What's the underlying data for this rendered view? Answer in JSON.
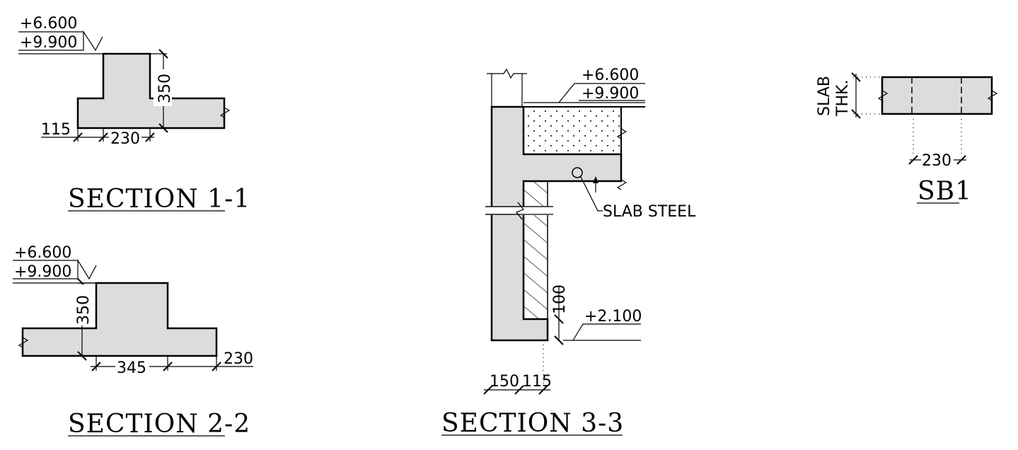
{
  "section_1_1": {
    "title": "SECTION 1-1",
    "level_top": "+6.600",
    "level_bottom": "+9.900",
    "dim_depth": "350",
    "dim_left": "115",
    "dim_width": "230"
  },
  "section_2_2": {
    "title": "SECTION 2-2",
    "level_top": "+6.600",
    "level_bottom": "+9.900",
    "dim_depth": "350",
    "dim_width": "345",
    "dim_right": "230"
  },
  "section_3_3": {
    "title": "SECTION 3-3",
    "level_top": "+6.600",
    "level_bottom": "+9.900",
    "level_lower": "+2.100",
    "dim_drop": "100",
    "dim_wall": "150",
    "dim_infill": "115",
    "slab_steel_label": "SLAB STEEL"
  },
  "sb1": {
    "title": "SB1",
    "slab_label_1": "SLAB",
    "slab_label_2": "THK.",
    "dim_width": "230"
  }
}
